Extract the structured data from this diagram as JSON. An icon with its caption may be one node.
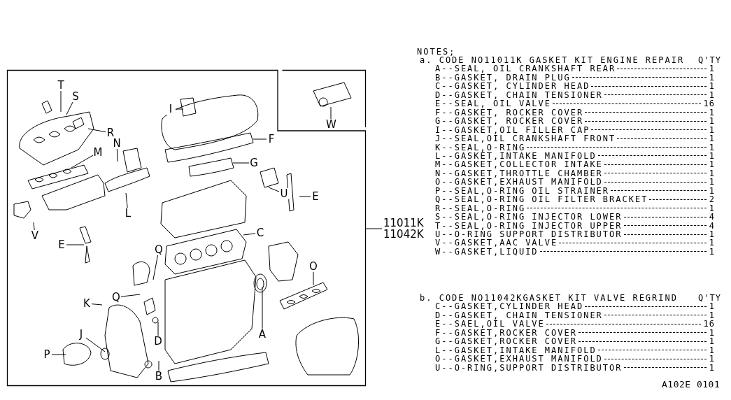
{
  "diagram": {
    "nodes": [
      {
        "text": [],
        "shape": "box"
      },
      {
        "text": [],
        "shape": "box",
        "in": 0
      },
      {
        "text": [
          "T"
        ],
        "in": 0
      },
      {
        "text": [
          "S"
        ],
        "in": 0
      },
      {
        "text": [
          "I"
        ],
        "in": 0
      },
      {
        "text": [
          "W"
        ],
        "in": 1
      },
      {
        "text": [
          "R"
        ],
        "in": 0
      },
      {
        "text": [
          "F"
        ],
        "in": 0
      },
      {
        "text": [
          "N"
        ],
        "in": 0
      },
      {
        "text": [
          "M"
        ],
        "in": 0
      },
      {
        "text": [
          "G"
        ],
        "in": 0
      },
      {
        "text": [
          "U"
        ],
        "in": 0
      },
      {
        "text": [
          "E"
        ],
        "in": 0
      },
      {
        "text": [
          "L"
        ],
        "in": 0
      },
      {
        "text": [
          "C"
        ],
        "in": 0
      },
      {
        "text": [
          "V"
        ],
        "in": 0
      },
      {
        "text": [
          "E"
        ],
        "in": 0
      },
      {
        "text": [
          "Q"
        ],
        "in": 0
      },
      {
        "text": [
          "O"
        ],
        "in": 0
      },
      {
        "text": [
          "Q"
        ],
        "in": 0
      },
      {
        "text": [
          "K"
        ],
        "in": 0
      },
      {
        "text": [
          "J"
        ],
        "in": 0
      },
      {
        "text": [
          "A"
        ],
        "in": 0
      },
      {
        "text": [
          "D"
        ],
        "in": 0
      },
      {
        "text": [
          "P"
        ],
        "in": 0
      },
      {
        "text": [
          "B"
        ],
        "in": 0
      },
      {
        "text": [
          "11011K",
          "11042K"
        ]
      }
    ],
    "edges": [
      {
        "from": 2,
        "to": null,
        "arrow": "none"
      },
      {
        "from": 3,
        "to": null,
        "arrow": "none"
      },
      {
        "from": 4,
        "to": null,
        "arrow": "none"
      },
      {
        "from": 5,
        "to": null,
        "arrow": "none"
      },
      {
        "from": 6,
        "to": null,
        "arrow": "none"
      },
      {
        "from": 7,
        "to": null,
        "arrow": "none"
      },
      {
        "from": 8,
        "to": null,
        "arrow": "none"
      },
      {
        "from": 9,
        "to": null,
        "arrow": "none"
      },
      {
        "from": 10,
        "to": null,
        "arrow": "none"
      },
      {
        "from": 11,
        "to": null,
        "arrow": "none"
      },
      {
        "from": 12,
        "to": null,
        "arrow": "none"
      },
      {
        "from": 13,
        "to": null,
        "arrow": "none"
      },
      {
        "from": 14,
        "to": null,
        "arrow": "none"
      },
      {
        "from": 15,
        "to": null,
        "arrow": "none"
      },
      {
        "from": 16,
        "to": null,
        "arrow": "none"
      },
      {
        "from": 17,
        "to": null,
        "arrow": "none"
      },
      {
        "from": 18,
        "to": null,
        "arrow": "none"
      },
      {
        "from": 19,
        "to": null,
        "arrow": "none"
      },
      {
        "from": 20,
        "to": null,
        "arrow": "none"
      },
      {
        "from": 21,
        "to": null,
        "arrow": "none"
      },
      {
        "from": 22,
        "to": null,
        "arrow": "none"
      },
      {
        "from": 23,
        "to": null,
        "arrow": "none"
      },
      {
        "from": 24,
        "to": null,
        "arrow": "none"
      },
      {
        "from": 25,
        "to": null,
        "arrow": "none"
      },
      {
        "from": 26,
        "to": 0,
        "arrow": "none"
      }
    ],
    "labels": [
      "NOTES;",
      "a. CODE NO11011K GASKET KIT ENGINE REPAIR",
      "Q'TY",
      "A--SEAL, OIL CRANKSHAFT REAR",
      "1",
      "B--GASKET, DRAIN PLUG",
      "1",
      "C--GASKET, CYLINDER HEAD",
      "1",
      "D--GASKET, CHAIN TENSIONER",
      "1",
      "E--SEAL, OIL VALVE",
      "16",
      "F--GASKET, ROCKER COVER",
      "1",
      "G--GASKET, ROCKER COVER",
      "1",
      "I--GASKET,OIL FILLER CAP",
      "1",
      "J--SEAL,OIL CRANKSHAFT FRONT",
      "1",
      "K--SEAL,O-RING",
      "1",
      "L--GASKET,INTAKE MANIFOLD",
      "1",
      "M--GASKET,COLLECTOR INTAKE",
      "1",
      "N--GASKET,THROTTLE CHAMBER",
      "1",
      "O--GASKET,EXHAUST MANIFOLD",
      "1",
      "P--SEAL,O-RING OIL STRAINER",
      "1",
      "Q--SEAL,O-RING OIL FILTER BRACKET",
      "2",
      "R--SEAL,O-RING",
      "1",
      "S--SEAL,O-RING INJECTOR LOWER",
      "4",
      "T--SEAL,O-RING INJECTOR UPPER",
      "4",
      "U--O-RING SUPPORT DISTRIBUTOR",
      "1",
      "V--GASKET,AAC VALVE",
      "1",
      "W--GASKET,LIQUID",
      "1",
      "b. CODE NO11042KGASKET KIT VALVE REGRIND",
      "Q'TY",
      "C--GASKET,CYLINDER HEAD",
      "1",
      "D--GASKET, CHAIN TENSIONER",
      "1",
      "E--SAEL,OIL VALVE",
      "16",
      "F--GASKET,ROCKER COVER",
      "1",
      "G--GASKET,ROCKER COVER",
      "1",
      "L--GASKET,INTAKE MANIFOLD",
      "1",
      "O--GASKET,EXHAUST MANIFOLD",
      "1",
      "U--O-RING,SUPPORT DISTRIBUTOR",
      "1",
      "A102E 0101"
    ]
  }
}
